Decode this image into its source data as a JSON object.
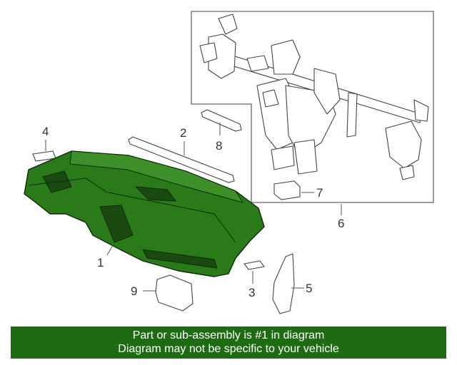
{
  "callouts": {
    "part1": "1",
    "part2": "2",
    "part3": "3",
    "part4": "4",
    "part5": "5",
    "part6": "6",
    "part7": "7",
    "part8": "8",
    "part9": "9"
  },
  "banner": {
    "line1": "Part or sub-assembly is #1 in diagram",
    "line2": "Diagram may not be specific to your vehicle"
  },
  "colors": {
    "highlight": "#2a7a1a",
    "banner": "#1f6b14",
    "line": "#555555"
  }
}
